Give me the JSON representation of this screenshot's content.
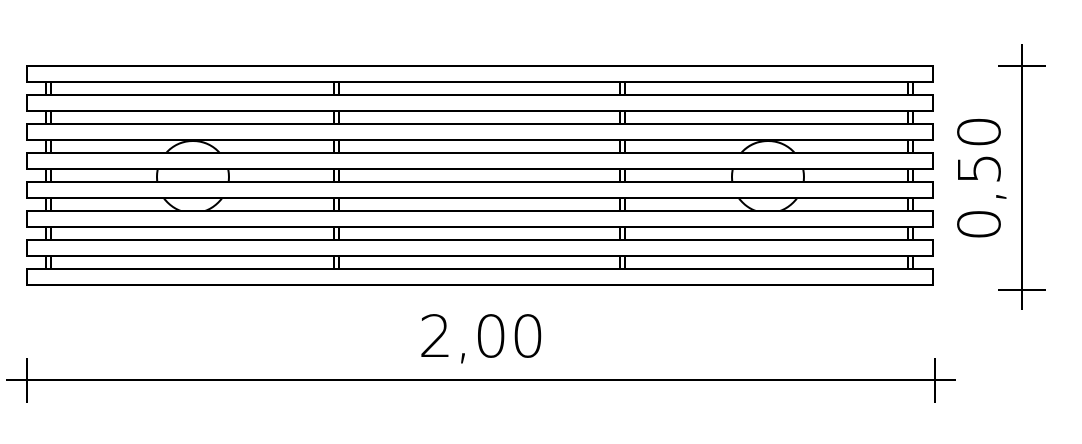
{
  "drawing": {
    "stroke_color": "#000000",
    "background_color": "#ffffff",
    "slat_count": 8,
    "support_count": 4,
    "anchor_hole_count": 2
  },
  "dimensions": {
    "length_label": "2,00",
    "width_label": "0,50"
  }
}
